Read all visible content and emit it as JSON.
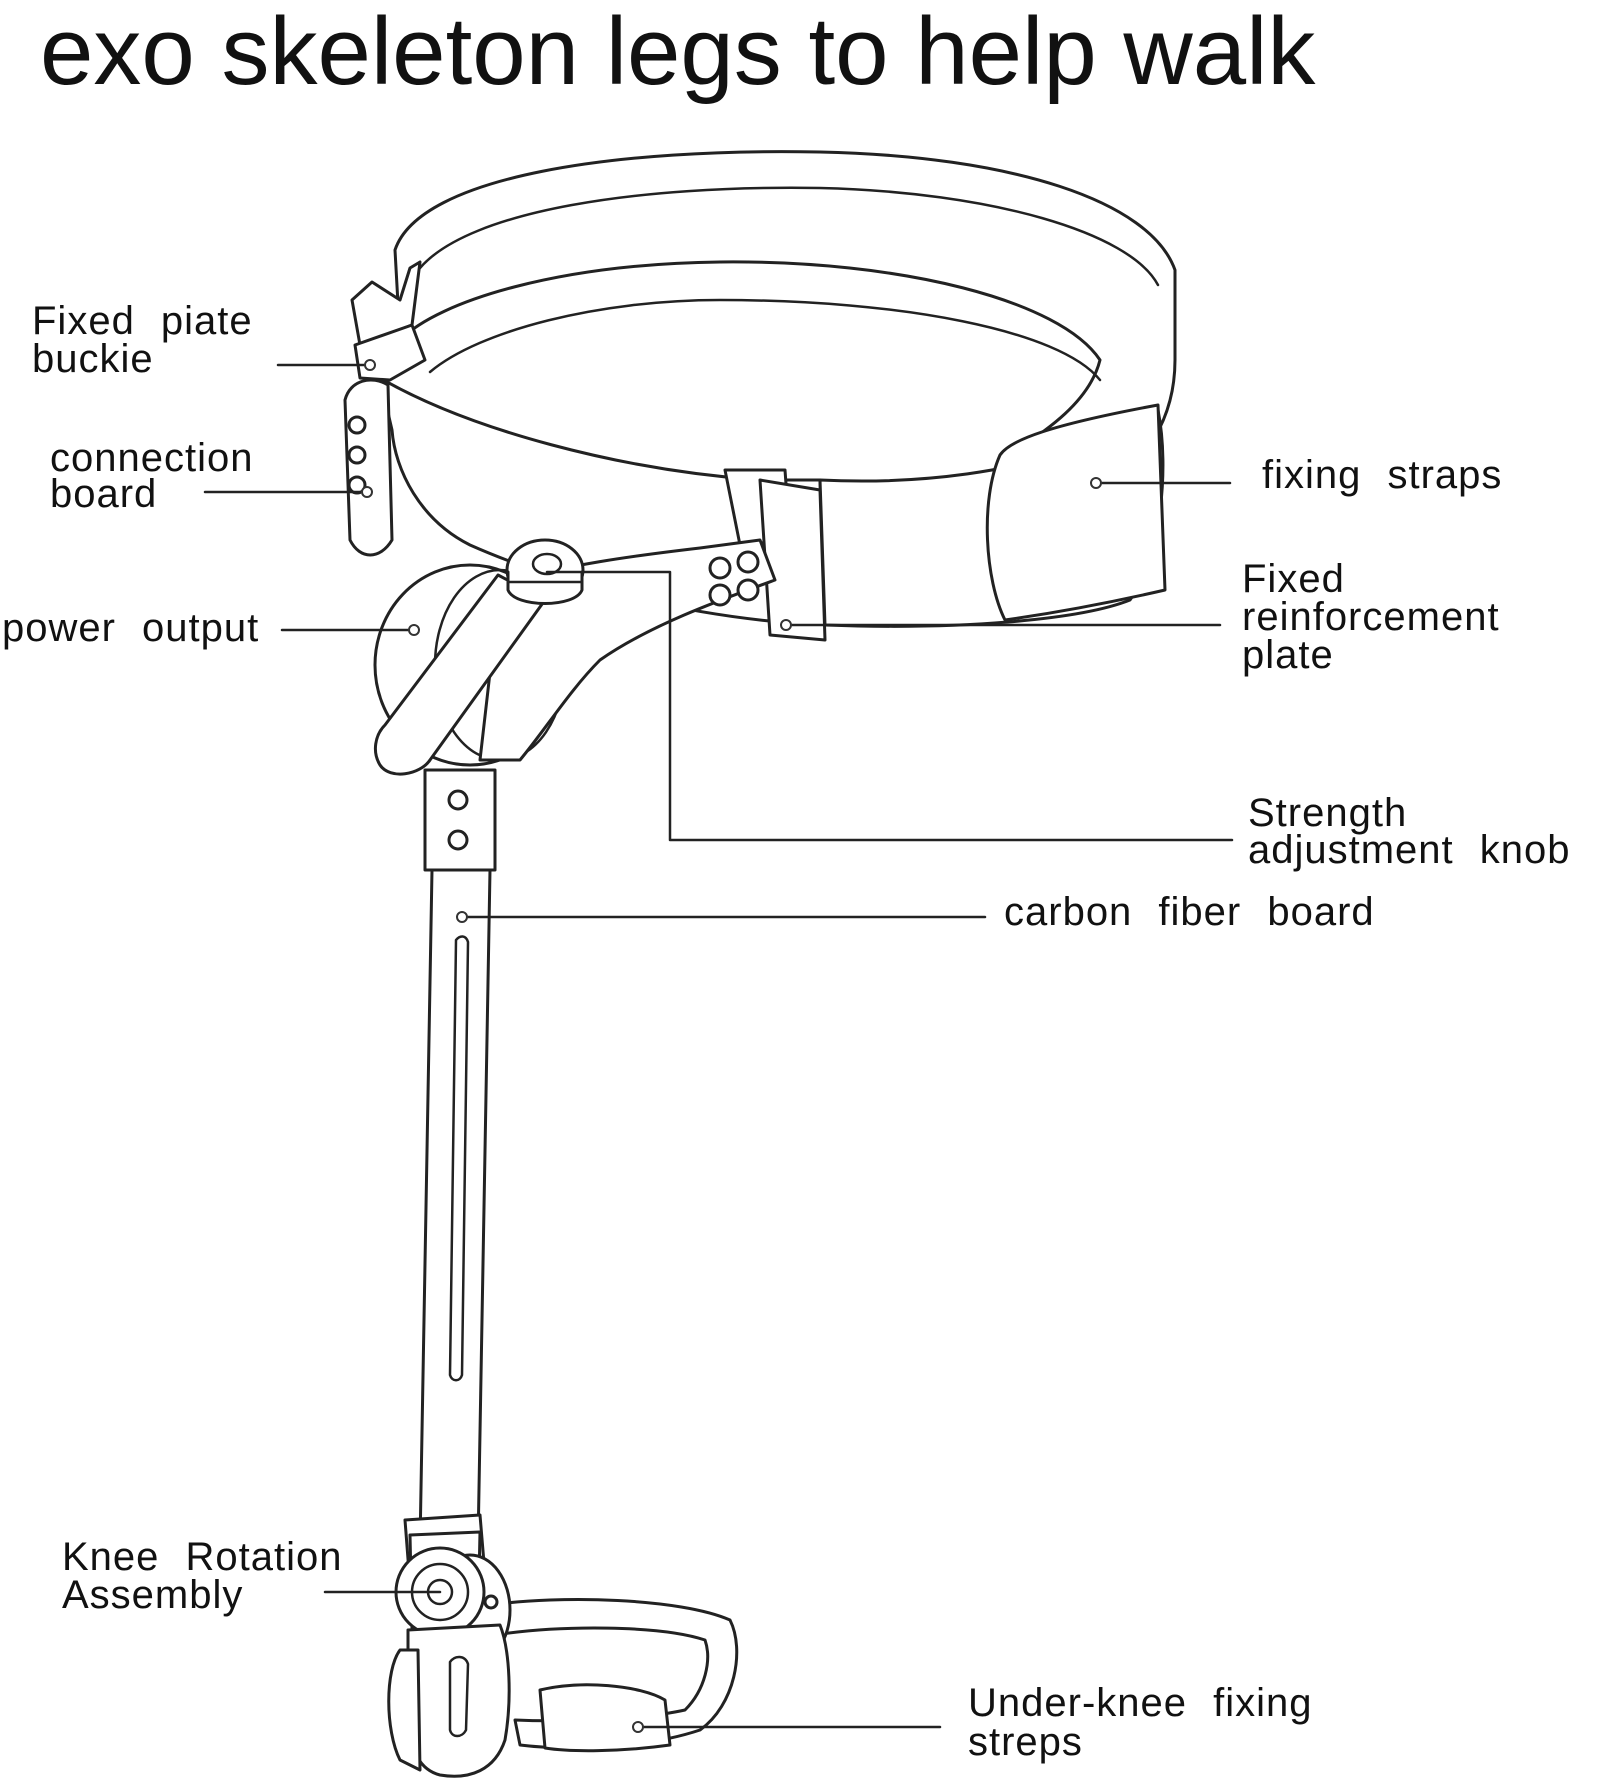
{
  "title": "exo skeleton legs to help walk",
  "labels": {
    "fixed_plate_buckle": [
      "Fixed  piate",
      "buckie"
    ],
    "connection_board": [
      "connection",
      "board"
    ],
    "power_output": [
      "power  output"
    ],
    "fixing_straps": [
      "fixing  straps"
    ],
    "fixed_reinforcement_plate": [
      "Fixed",
      "reinforcement",
      "plate"
    ],
    "strength_adjustment_knob": [
      "Strength",
      "adjustment  knob"
    ],
    "carbon_fiber_board": [
      "carbon  fiber  board"
    ],
    "knee_rotation_assembly": [
      "Knee  Rotation",
      "Assembly"
    ],
    "under_knee_fixing_straps": [
      "Under-knee  fixing",
      "streps"
    ]
  },
  "colors": {
    "line": "#222222",
    "background": "#ffffff",
    "text": "#111111"
  }
}
